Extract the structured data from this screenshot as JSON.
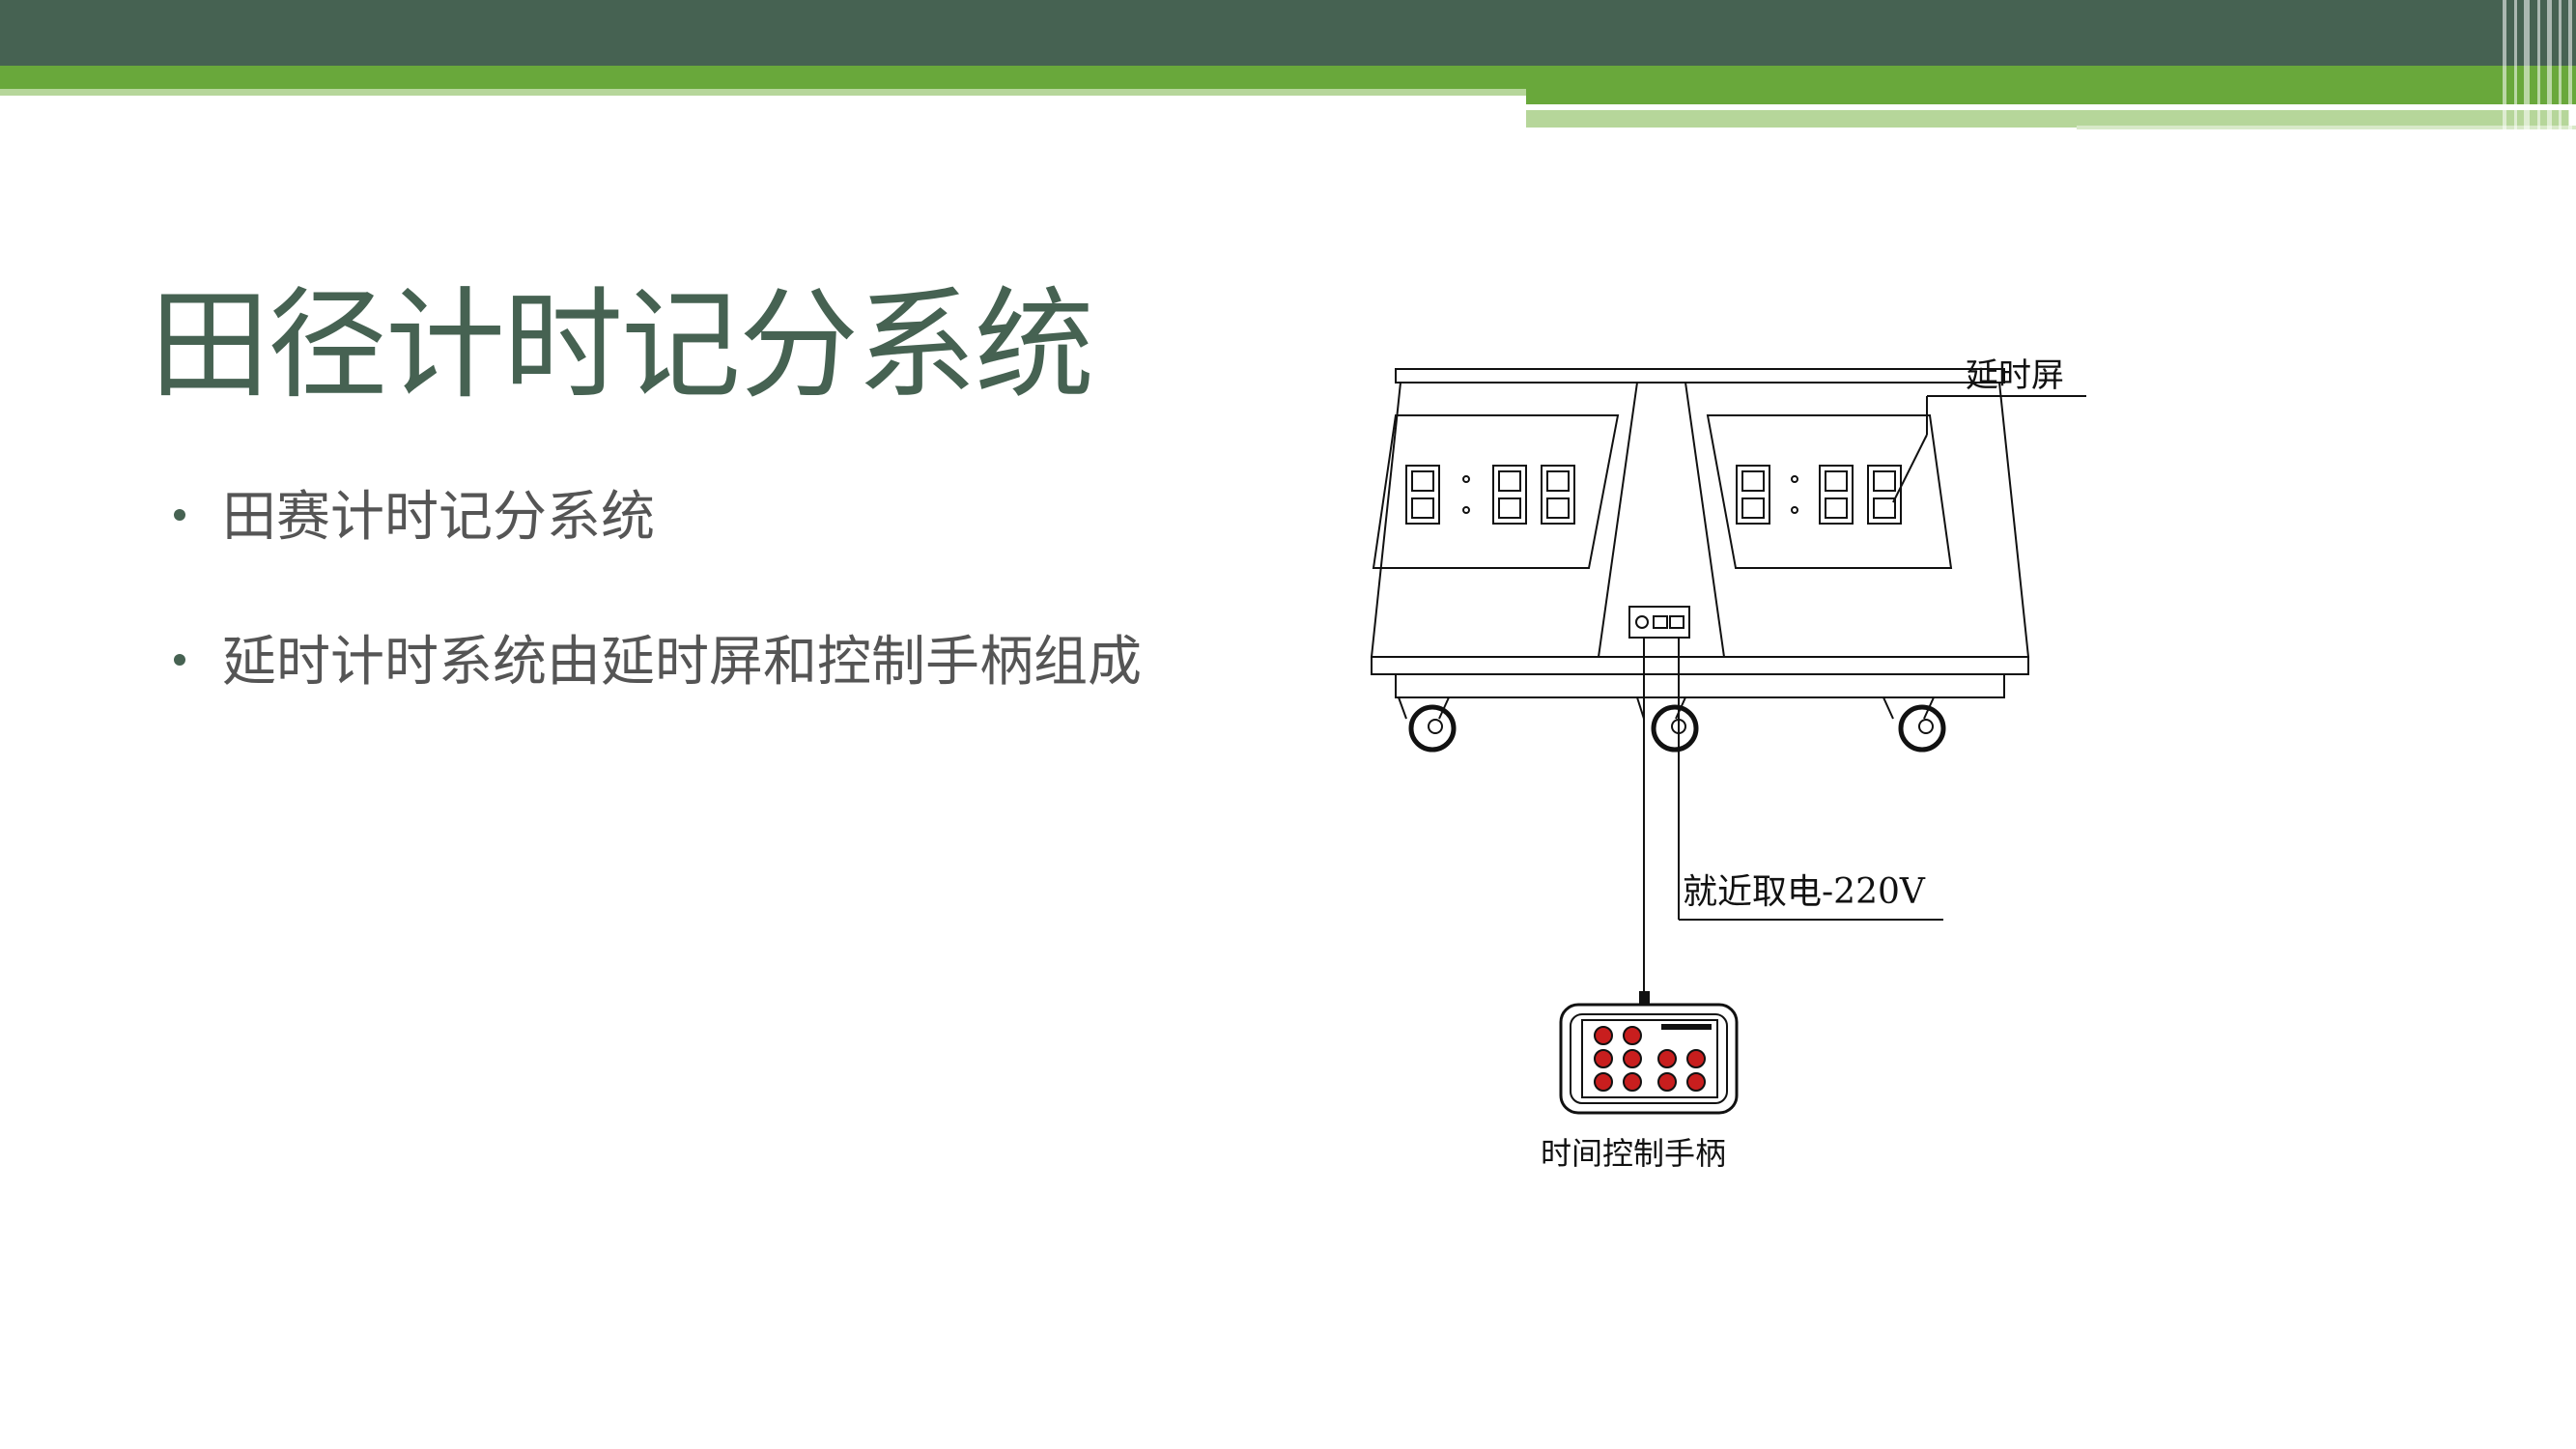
{
  "slide": {
    "title": "田径计时记分系统",
    "bullets": [
      "田赛计时记分系统",
      "延时计时系统由延时屏和控制手柄组成"
    ]
  },
  "diagram": {
    "label_screen": "延时屏",
    "label_power": "就近取电-220V",
    "label_controller": "时间控制手柄"
  },
  "colors": {
    "header_dark": "#466252",
    "header_green": "#69a83b",
    "header_light": "#b6d69a",
    "title": "#466252",
    "text": "#555555",
    "button_red": "#c81e1e"
  }
}
